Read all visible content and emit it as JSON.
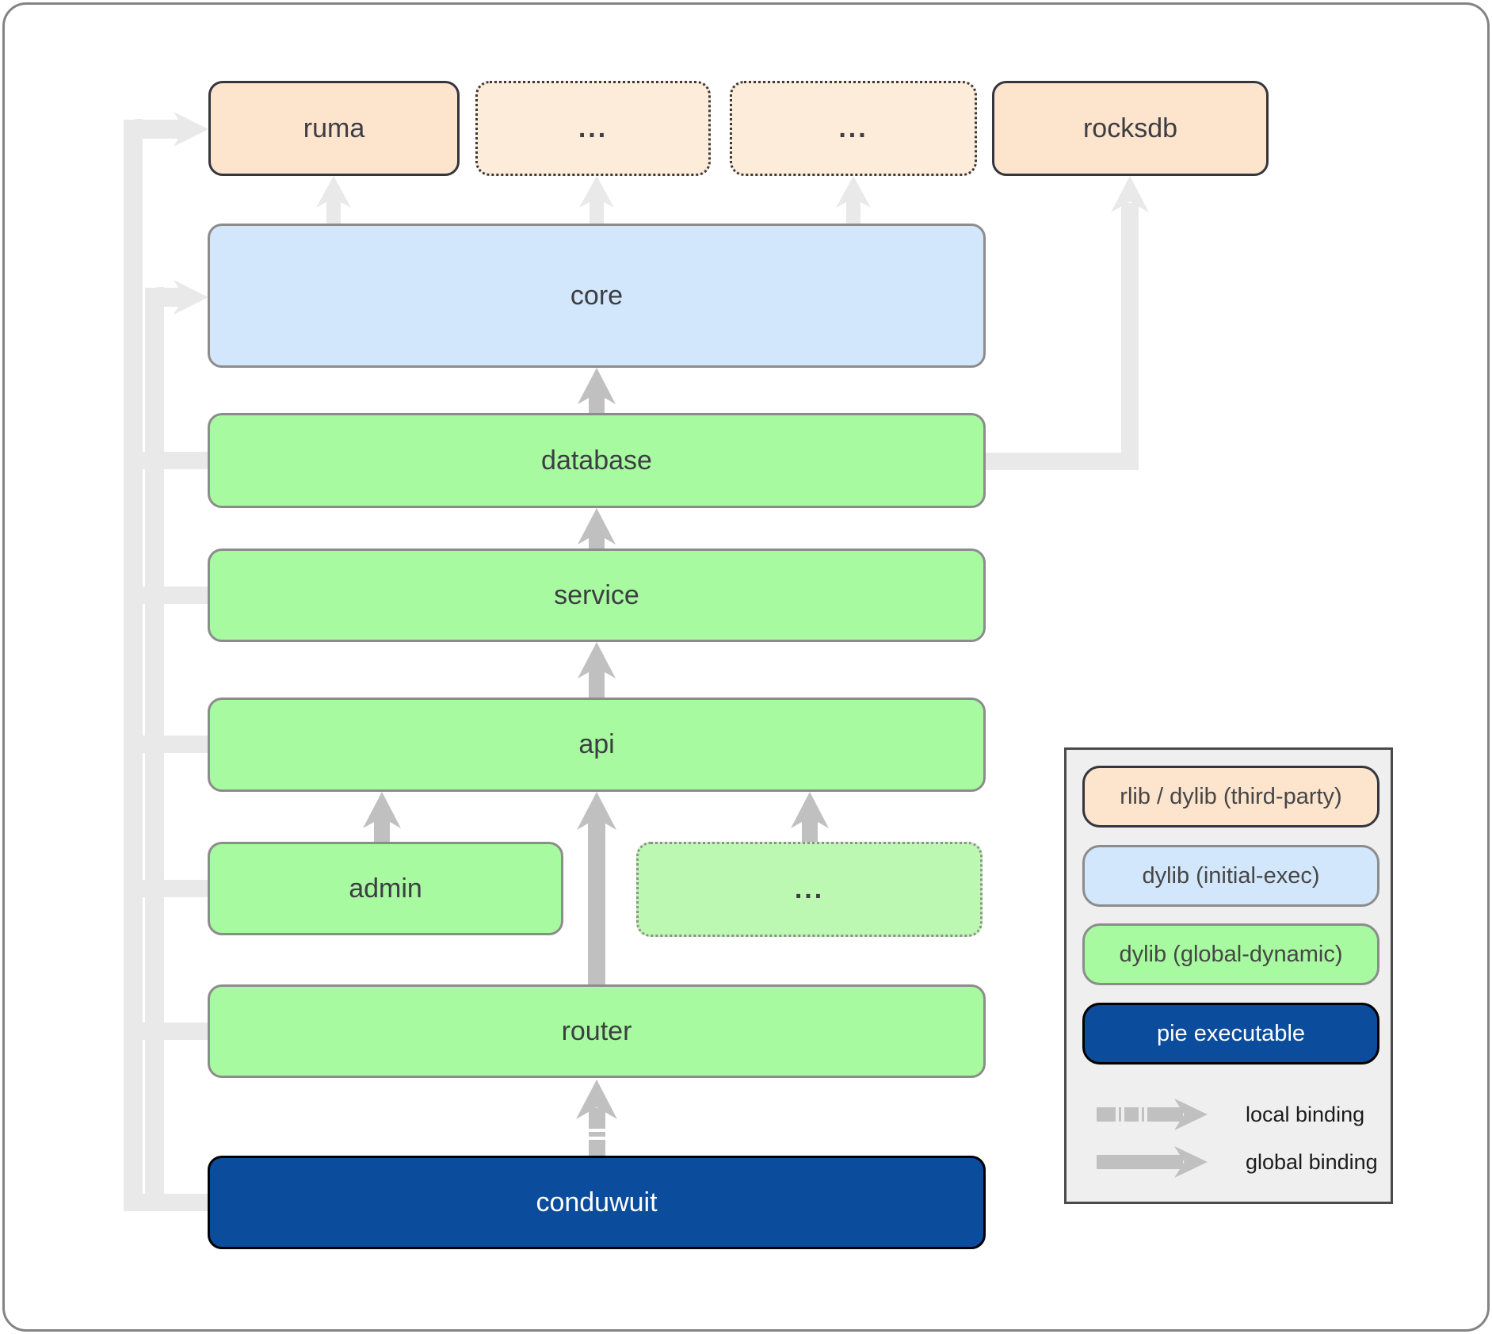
{
  "diagram": {
    "nodes": {
      "ruma": {
        "label": "ruma"
      },
      "dep1": {
        "label": "..."
      },
      "dep2": {
        "label": "..."
      },
      "rocksdb": {
        "label": "rocksdb"
      },
      "core": {
        "label": "core"
      },
      "database": {
        "label": "database"
      },
      "service": {
        "label": "service"
      },
      "api": {
        "label": "api"
      },
      "admin": {
        "label": "admin"
      },
      "extra": {
        "label": "..."
      },
      "router": {
        "label": "router"
      },
      "conduwuit": {
        "label": "conduwuit"
      }
    },
    "colors": {
      "third_party_fill": "#fce4cd",
      "third_party_dotted_fill": "#fdecd9",
      "initial_exec_fill": "#d2e7fb",
      "global_dynamic_fill": "#a7fa9f",
      "global_dynamic_light_fill": "#bdf8b2",
      "pie_executable_fill": "#0b4c9c",
      "binding_arrow": "#c0c0c0",
      "secondary_edge": "#e9e9e9"
    }
  },
  "legend": {
    "items": [
      {
        "id": "third-party",
        "label": "rlib / dylib (third-party)"
      },
      {
        "id": "initial-exec",
        "label": "dylib (initial-exec)"
      },
      {
        "id": "global-dynamic",
        "label": "dylib (global-dynamic)"
      },
      {
        "id": "pie-executable",
        "label": "pie executable"
      }
    ],
    "bindings": [
      {
        "id": "local",
        "label": "local binding"
      },
      {
        "id": "global",
        "label": "global binding"
      }
    ]
  }
}
